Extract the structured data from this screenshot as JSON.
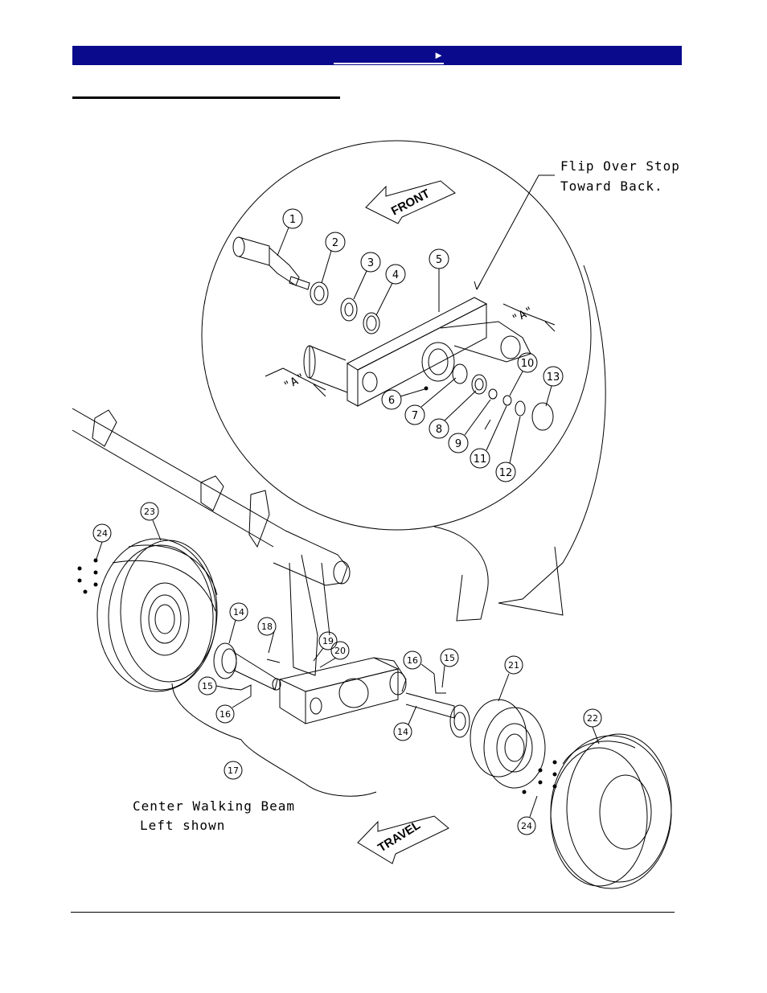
{
  "header": {
    "nav_arrow": "►"
  },
  "notes": {
    "flip_line1": "Flip Over Stop",
    "flip_line2": "Toward Back.",
    "center_line1": "Center Walking Beam",
    "center_line2": "Left shown",
    "dim_a": "\"A\"",
    "dim_b": "\"A\""
  },
  "arrows": {
    "front": "FRONT",
    "travel": "TRAVEL"
  },
  "callouts": [
    "1",
    "2",
    "3",
    "4",
    "5",
    "6",
    "7",
    "8",
    "9",
    "10",
    "11",
    "12",
    "13",
    "14",
    "15",
    "16",
    "17",
    "18",
    "19",
    "20",
    "21",
    "22",
    "23",
    "24",
    "14",
    "15",
    "16",
    "24"
  ]
}
